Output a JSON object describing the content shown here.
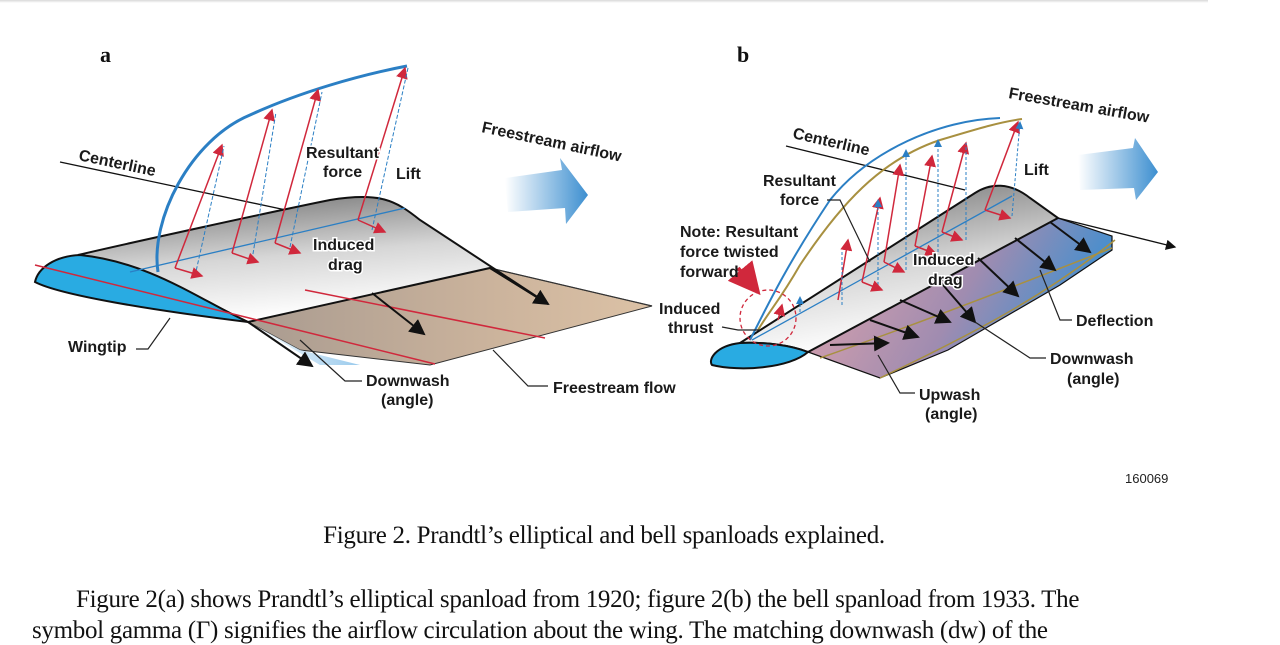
{
  "figure": {
    "panel_a": {
      "letter": "a",
      "labels": {
        "centerline": "Centerline",
        "resultant_force_1": "Resultant",
        "resultant_force_2": "force",
        "lift": "Lift",
        "induced_drag_1": "Induced",
        "induced_drag_2": "drag",
        "freestream_airflow": "Freestream airflow",
        "wingtip": "Wingtip",
        "downwash_1": "Downwash",
        "downwash_2": "(angle)",
        "freestream_flow": "Freestream flow"
      },
      "spanload_shape": "elliptical"
    },
    "panel_b": {
      "letter": "b",
      "labels": {
        "centerline": "Centerline",
        "freestream_airflow": "Freestream airflow",
        "lift": "Lift",
        "resultant_force_1": "Resultant",
        "resultant_force_2": "force",
        "note_1": "Note: Resultant",
        "note_2": "force twisted",
        "note_3": "forward",
        "induced_thrust_1": "Induced",
        "induced_thrust_2": "thrust",
        "induced_drag_1": "Induced",
        "induced_drag_2": "drag",
        "deflection": "Deflection",
        "downwash_1": "Downwash",
        "downwash_2": "(angle)",
        "upwash_1": "Upwash",
        "upwash_2": "(angle)"
      },
      "spanload_shape": "bell"
    },
    "figure_id": "160069",
    "colors": {
      "airfoil_blue": "#29abe2",
      "spanload_blue": "#2b7fc4",
      "force_red": "#d0283c",
      "bell_tan": "#a89040",
      "sheet_tan": "#d9bfa3",
      "sheet_pink": "#e8a0a8"
    }
  },
  "caption": "Figure 2. Prandtl’s elliptical and bell spanloads explained.",
  "body_text": {
    "line1": "Figure 2(a) shows Prandtl’s elliptical spanload from 1920; figure 2(b) the bell spanload from 1933. The",
    "line2": "symbol gamma (Γ) signifies the airflow circulation about the wing. The matching downwash (dw) of the"
  }
}
